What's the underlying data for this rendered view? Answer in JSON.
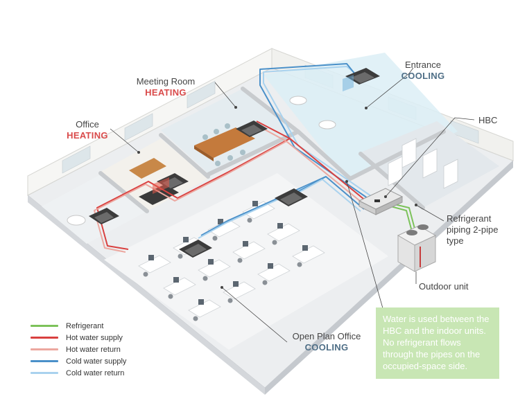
{
  "colors": {
    "refrigerant": "#7cc25a",
    "hot_supply": "#d9403f",
    "hot_return": "#eca79f",
    "cold_supply": "#4a90c9",
    "cold_return": "#a9d2ee",
    "heating_text": "#d94a4a",
    "cooling_text": "#4e6e86",
    "note_bg": "#c8e6b4"
  },
  "rooms": {
    "entrance": {
      "name": "Entrance",
      "status": "COOLING"
    },
    "meeting": {
      "name": "Meeting Room",
      "status": "HEATING"
    },
    "office": {
      "name": "Office",
      "status": "HEATING"
    },
    "open_plan": {
      "name": "Open Plan Office",
      "status": "COOLING"
    }
  },
  "components": {
    "hbc": "HBC",
    "refrigerant_piping": [
      "Refrigerant",
      "piping 2-pipe",
      "type"
    ],
    "outdoor_unit": "Outdoor unit"
  },
  "legend": [
    {
      "label": "Refrigerant",
      "color": "#7cc25a"
    },
    {
      "label": "Hot water supply",
      "color": "#d9403f"
    },
    {
      "label": "Hot water return",
      "color": "#eca79f"
    },
    {
      "label": "Cold water supply",
      "color": "#4a90c9"
    },
    {
      "label": "Cold water return",
      "color": "#a9d2ee"
    }
  ],
  "note": "Water is used between the HBC and the indoor units. No refrigerant flows through the pipes on the occupied-space side."
}
